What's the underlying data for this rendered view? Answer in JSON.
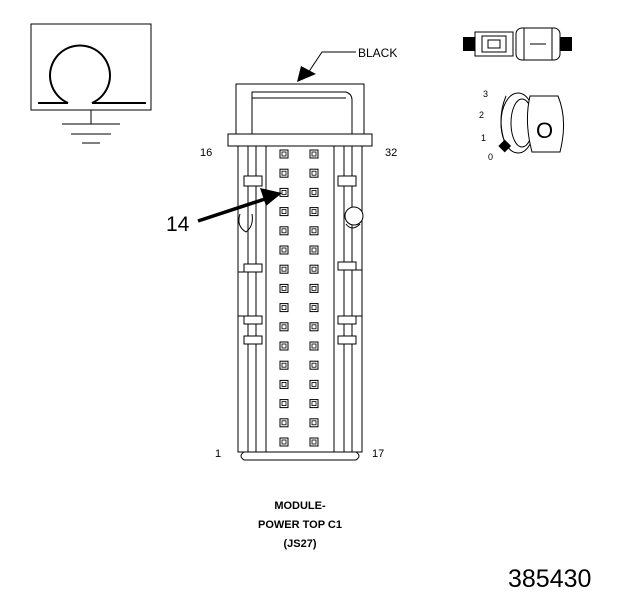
{
  "color_label": "BLACK",
  "pin_labels": {
    "top_left": "16",
    "top_right": "32",
    "bottom_left": "1",
    "bottom_right": "17"
  },
  "callout": "14",
  "caption": {
    "line1": "MODULE-",
    "line2": "POWER TOP C1",
    "line3": "(JS27)"
  },
  "key_positions": [
    "3",
    "2",
    "1",
    "0"
  ],
  "key_letter": "O",
  "figure_number": "385430",
  "icons": [
    "ground-omega-icon",
    "inline-connector-icon",
    "ignition-key-icon"
  ]
}
